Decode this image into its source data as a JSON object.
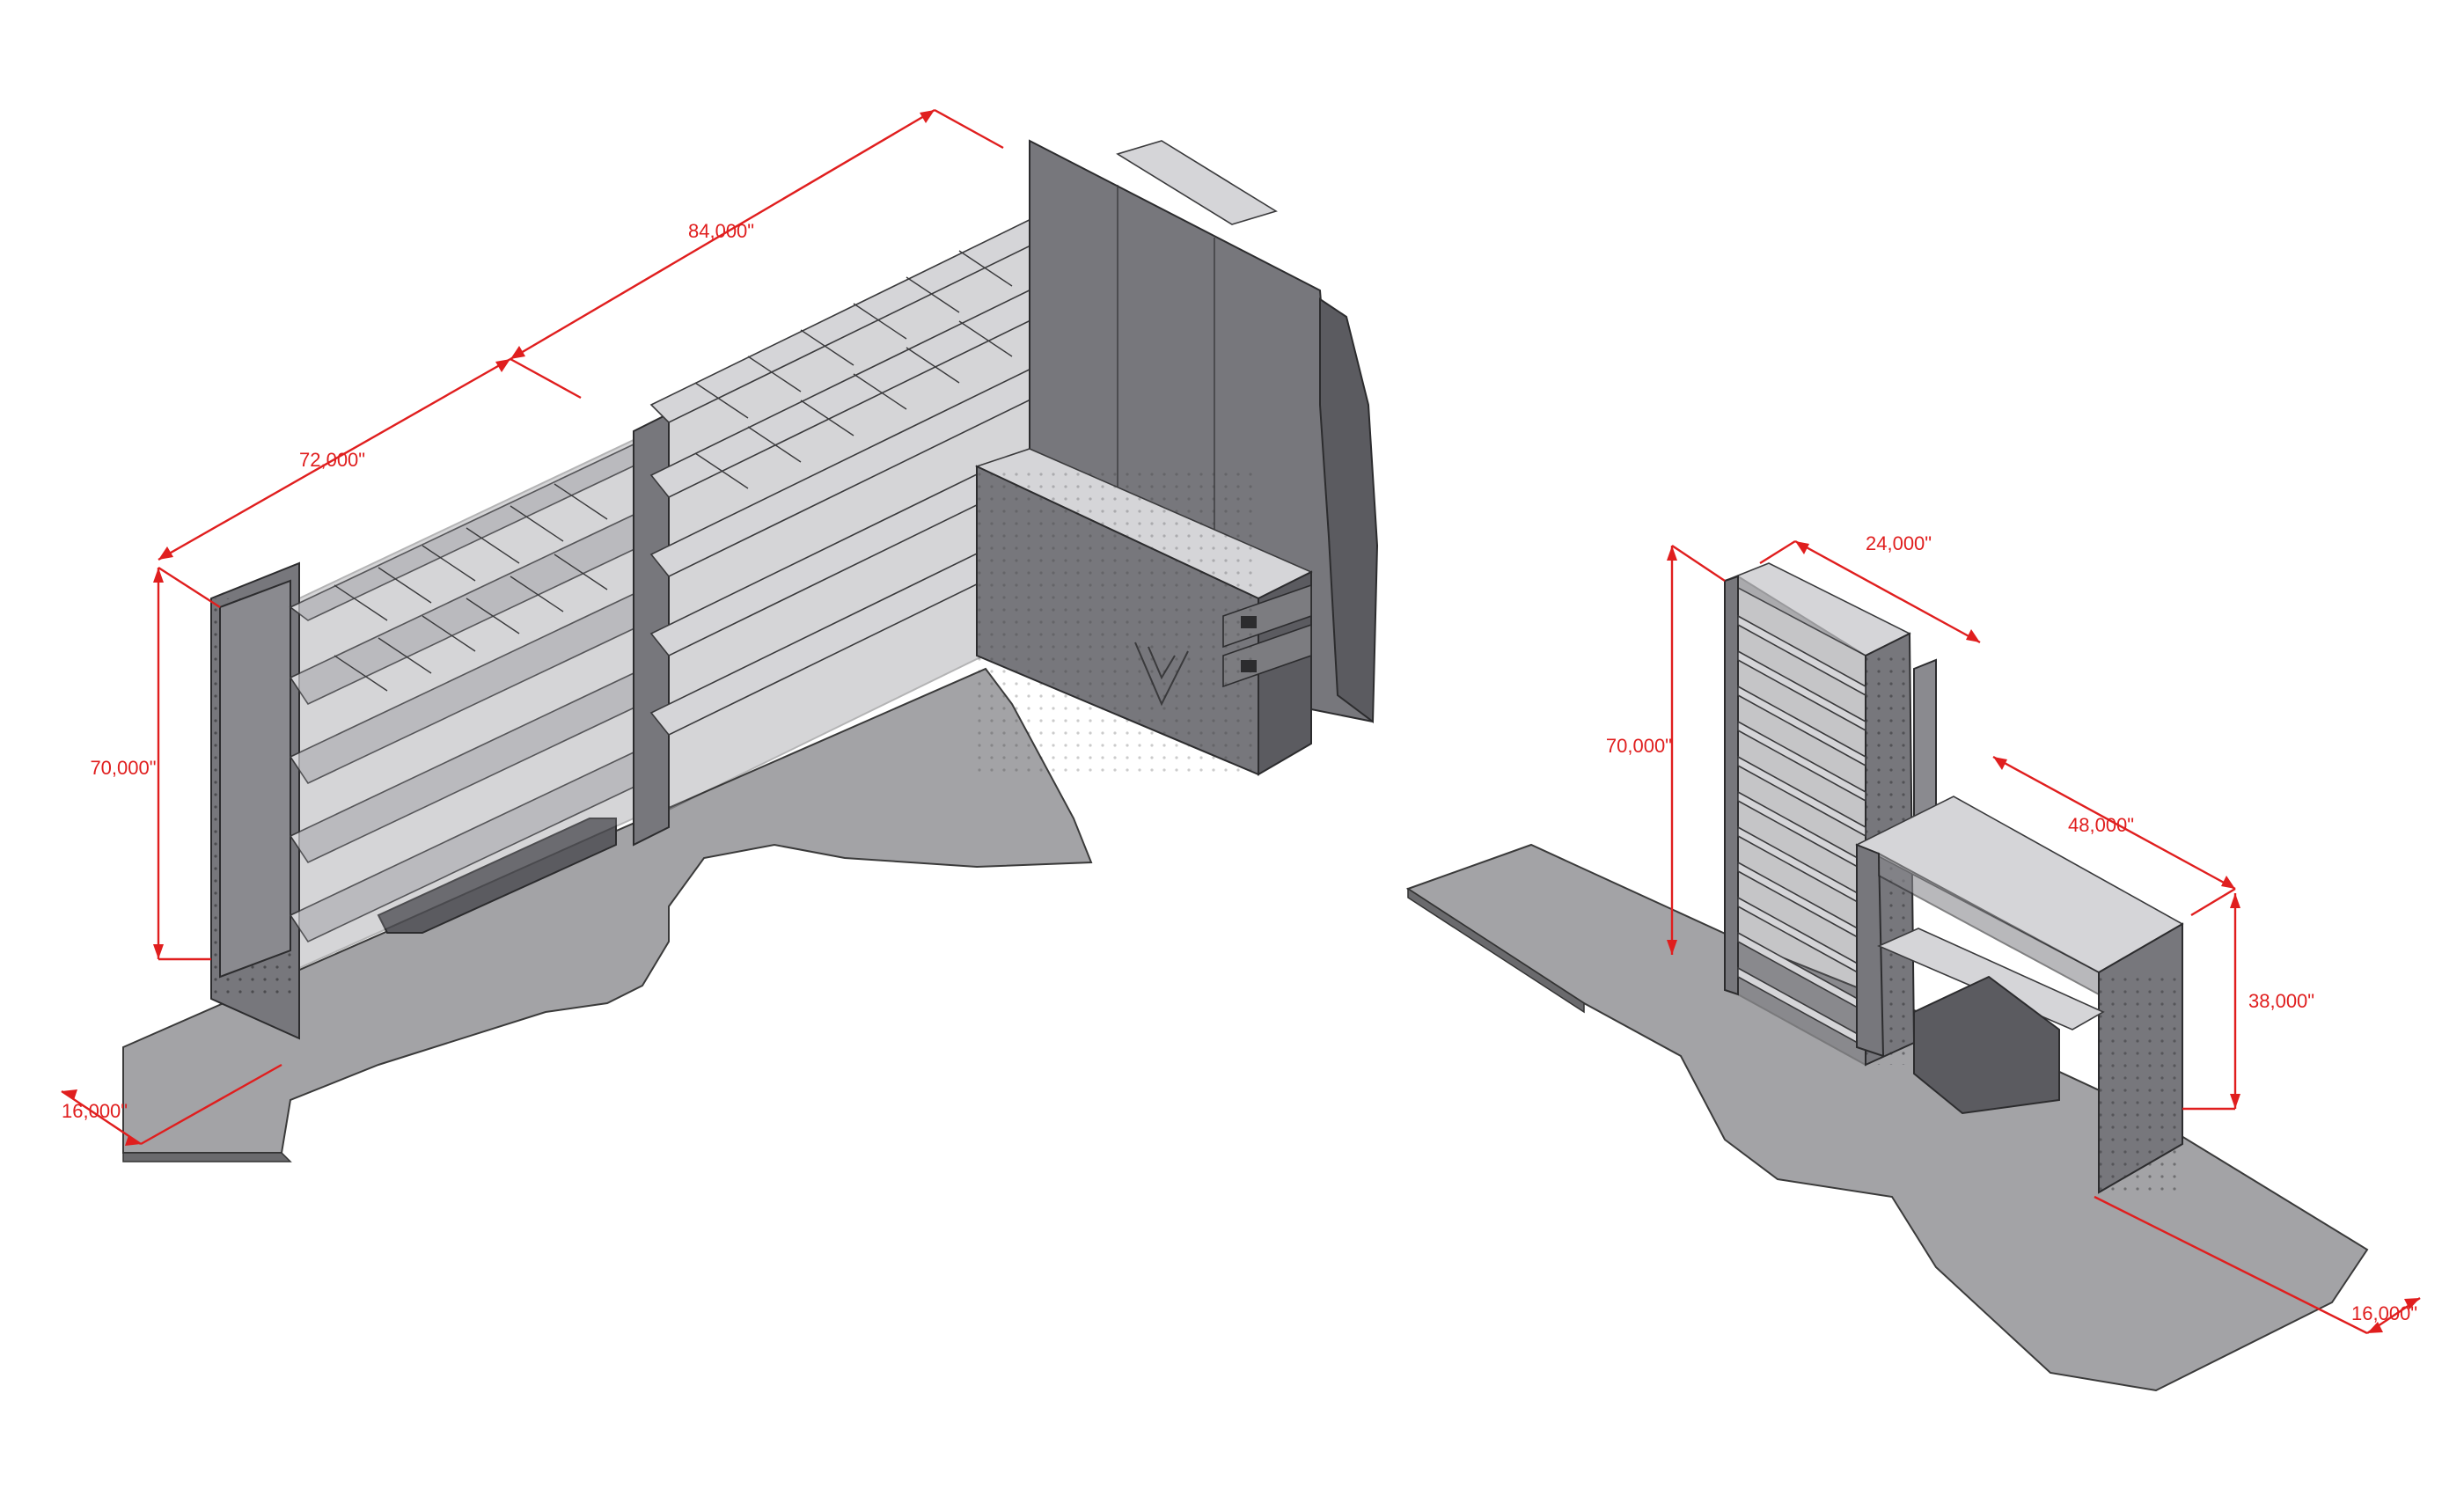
{
  "colors": {
    "dimension": "#e01e1e",
    "floor": "#a3a3a6",
    "steel": "#77777c",
    "shelf_surface": "#d5d5d8"
  },
  "left_assembly": {
    "dims": {
      "length_long": "84,000\"",
      "length_short": "72,000\"",
      "height": "70,000\"",
      "depth": "16,000\""
    }
  },
  "right_assembly": {
    "dims": {
      "tower_width": "24,000\"",
      "tower_height": "70,000\"",
      "cabinet_width": "48,000\"",
      "cabinet_height": "38,000\"",
      "depth": "16,000\""
    }
  }
}
